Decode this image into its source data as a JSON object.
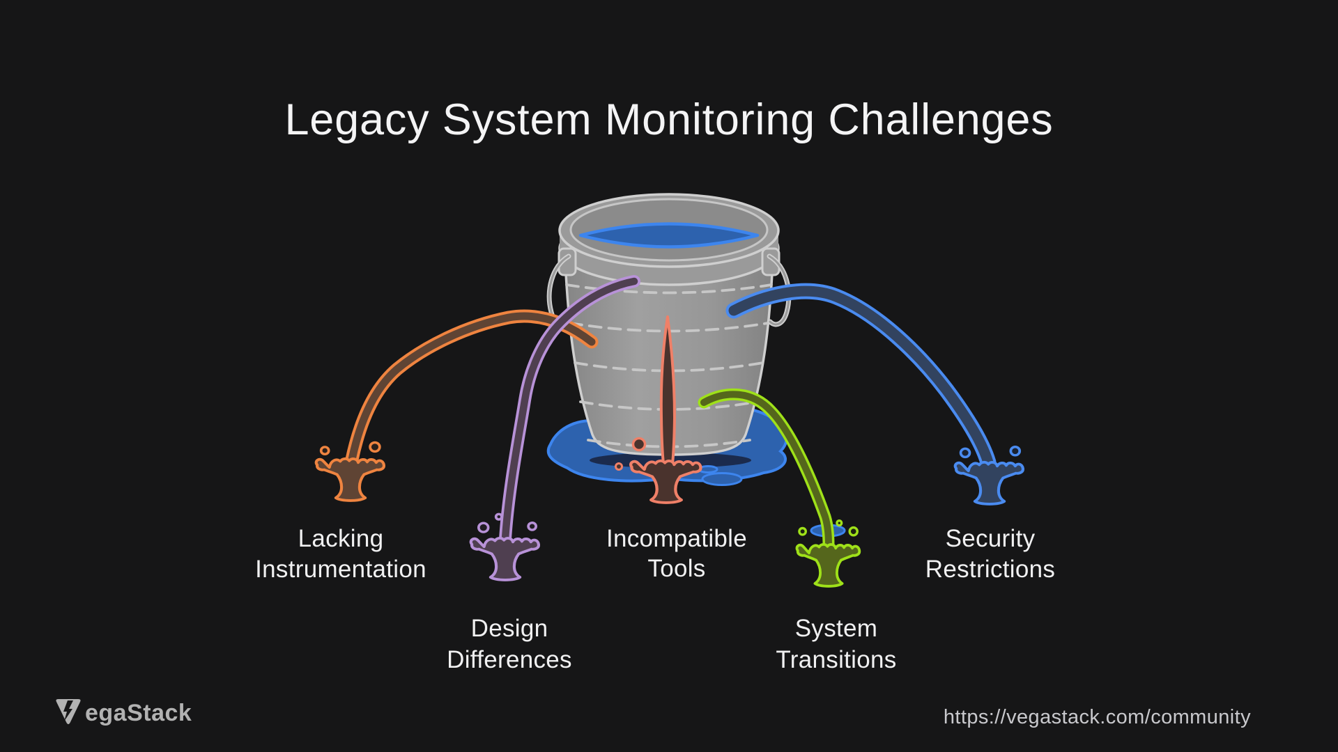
{
  "title": "Legacy System Monitoring Challenges",
  "brand": {
    "name": "VegaStack",
    "logo_bolt_letter": "V",
    "logo_rest": "egaStack",
    "url": "https://vegastack.com/community"
  },
  "diagram": {
    "subject": "leaking-bucket-metaphor",
    "bucket": {
      "body_color": "#999999",
      "outline_color": "#cfcfcf",
      "water_fill": "#2d62ae",
      "water_stroke": "#3d85ee"
    },
    "challenges": [
      {
        "id": "lacking-instrumentation",
        "line1": "Lacking",
        "line2": "Instrumentation",
        "stroke": "#ef8440",
        "fill": "#5f4434"
      },
      {
        "id": "design-differences",
        "line1": "Design",
        "line2": "Differences",
        "stroke": "#b892d8",
        "fill": "#4f3f50"
      },
      {
        "id": "incompatible-tools",
        "line1": "Incompatible",
        "line2": "Tools",
        "stroke": "#ef8068",
        "fill": "#4a332d"
      },
      {
        "id": "system-transitions",
        "line1": "System",
        "line2": "Transitions",
        "stroke": "#9fe119",
        "fill": "#55661c"
      },
      {
        "id": "security-restrictions",
        "line1": "Security",
        "line2": "Restrictions",
        "stroke": "#4a8bf0",
        "fill": "#32435f"
      }
    ]
  }
}
